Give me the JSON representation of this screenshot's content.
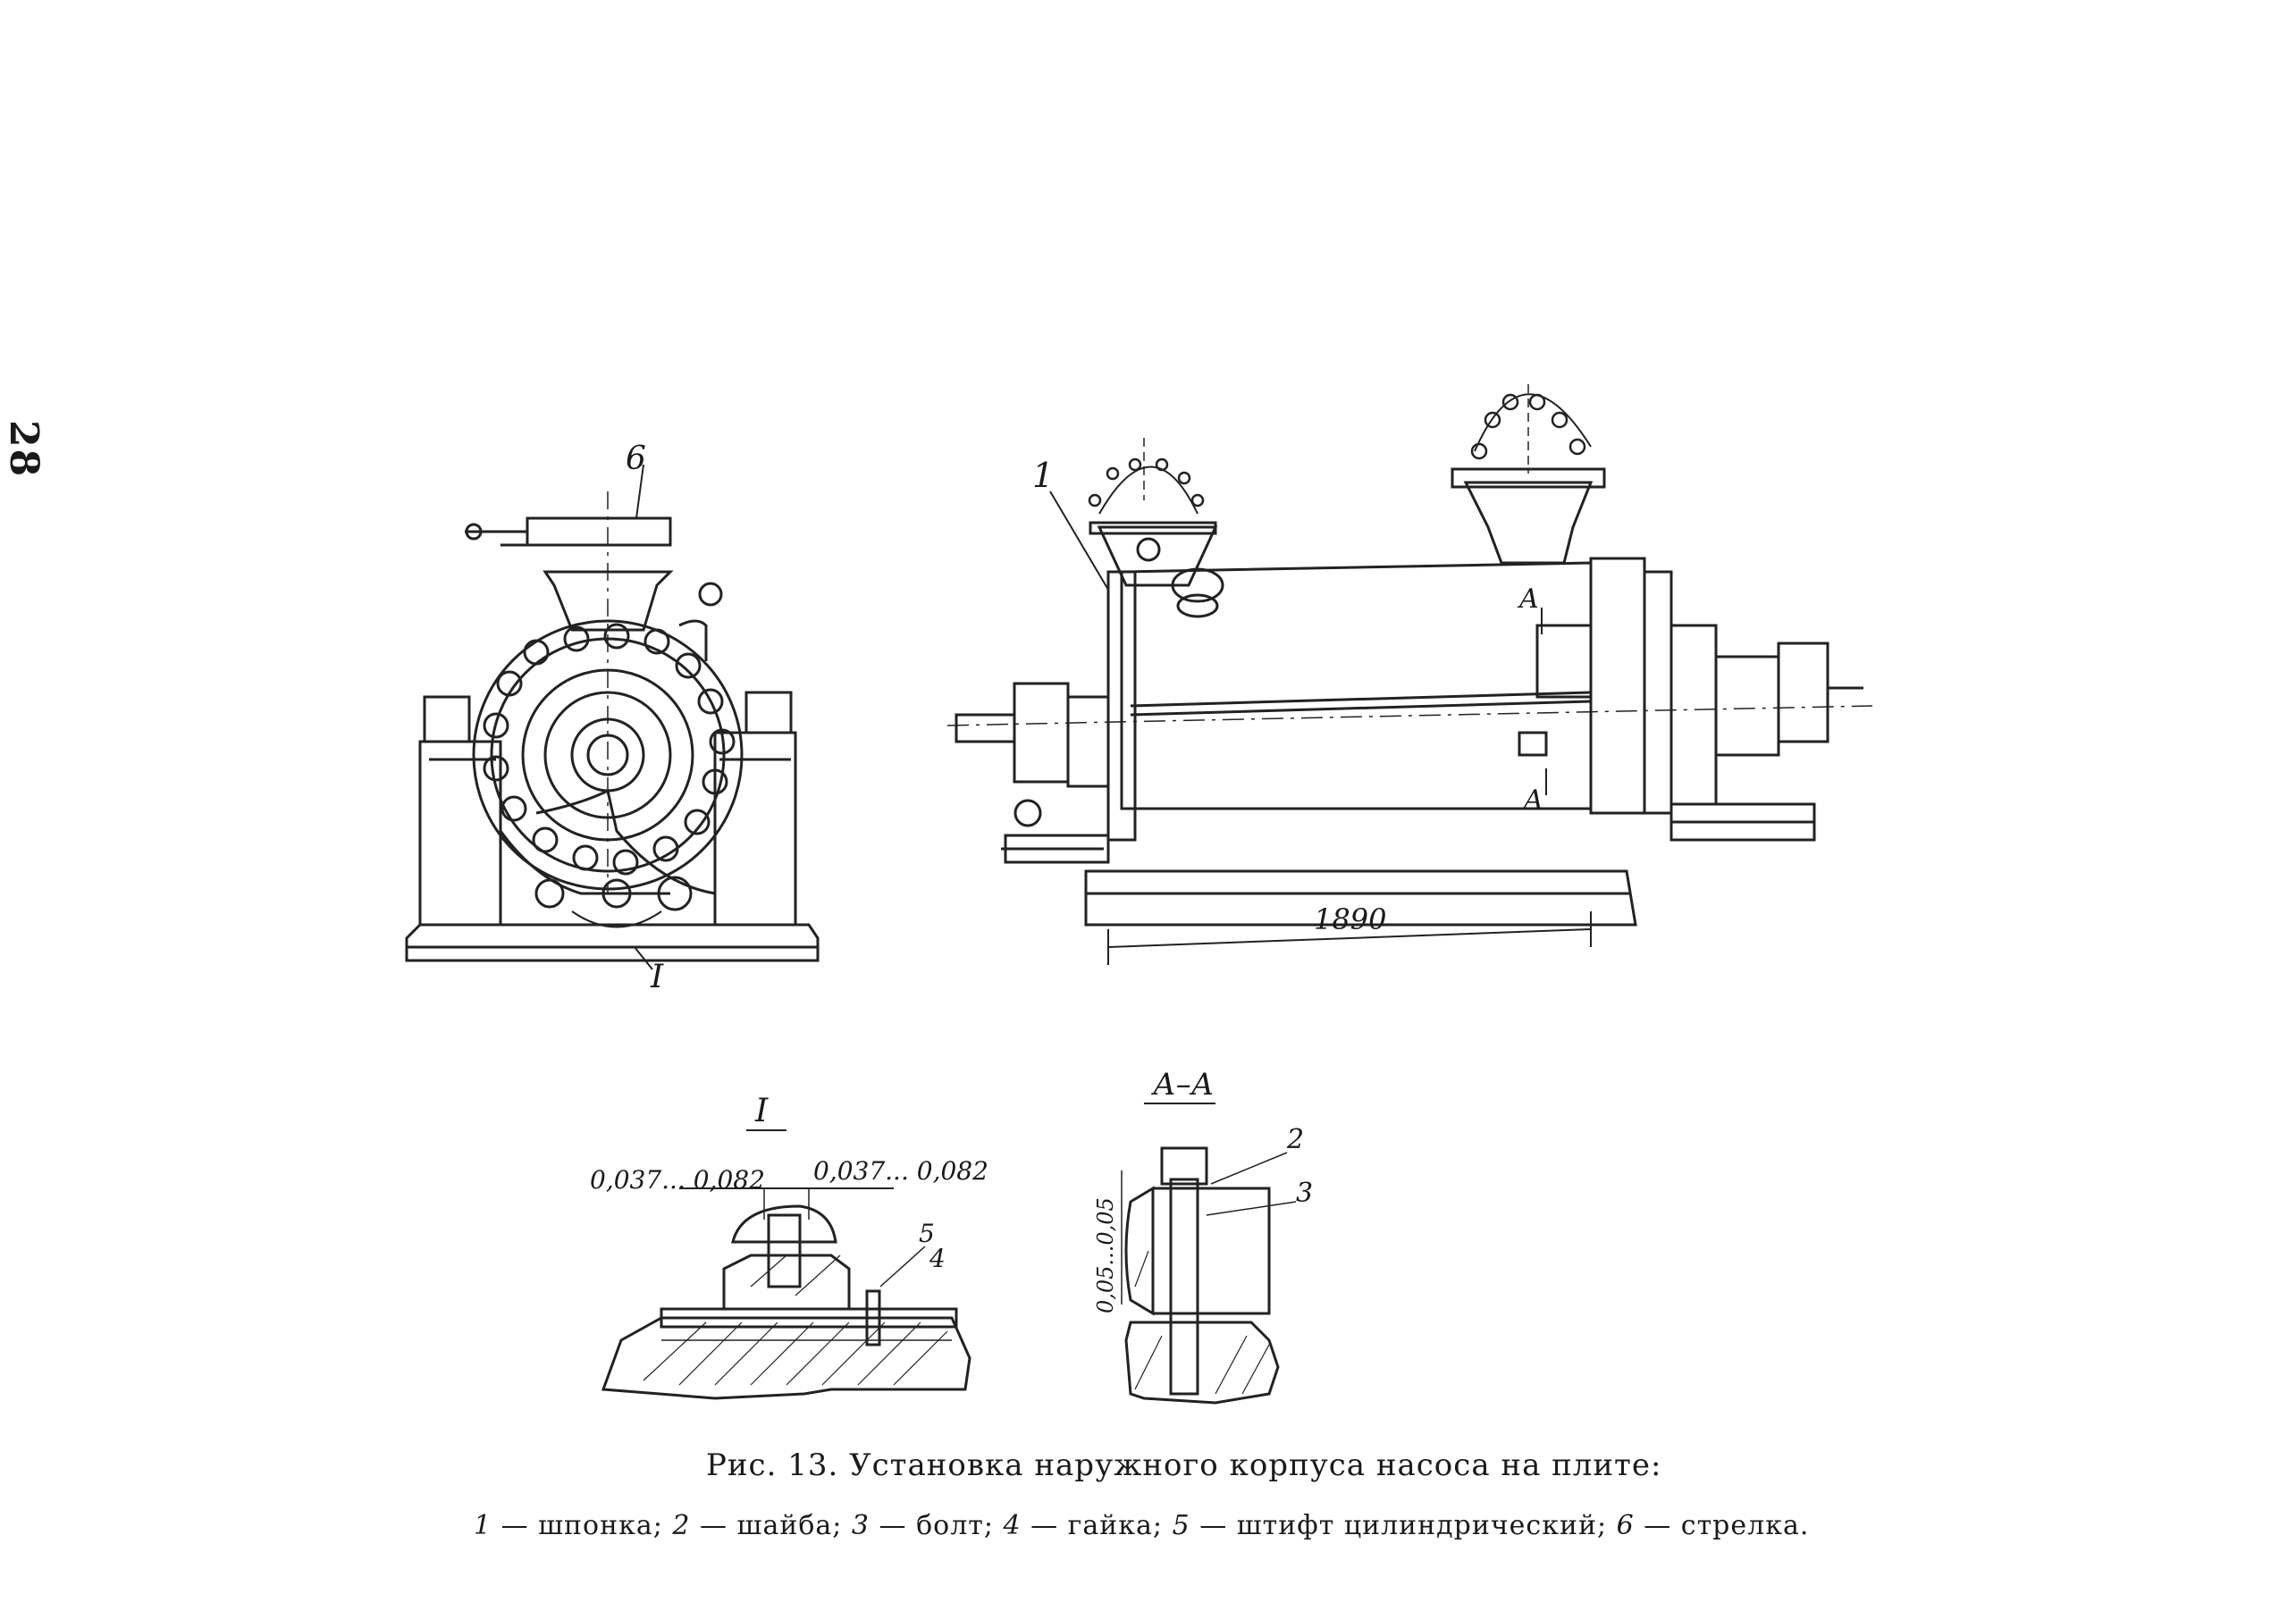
{
  "page": {
    "number": "28"
  },
  "figure": {
    "callouts": {
      "front_arrow": "6",
      "front_detail": "I",
      "side_key": "1",
      "section_top": "A",
      "section_bottom": "A",
      "dimension_length": "1890",
      "detail_i_title": "I",
      "detail_i_tol_left": "0,037... 0,082",
      "detail_i_tol_right": "0,037... 0,082",
      "detail_i_pin": "5",
      "detail_i_nut": "4",
      "section_aa_title": "А–А",
      "section_aa_washer": "2",
      "section_aa_bolt": "3",
      "section_aa_gap": "0,05...0,05"
    }
  },
  "caption": {
    "title": "Рис. 13. Установка наружного корпуса насоса на плите:",
    "legend": [
      {
        "num": "1",
        "text": " — шпонка; "
      },
      {
        "num": "2",
        "text": " — шайба; "
      },
      {
        "num": "3",
        "text": " — болт; "
      },
      {
        "num": "4",
        "text": " — гайка; "
      },
      {
        "num": "5",
        "text": " — штифт цилиндрический; "
      },
      {
        "num": "6",
        "text": " — стрелка."
      }
    ]
  }
}
